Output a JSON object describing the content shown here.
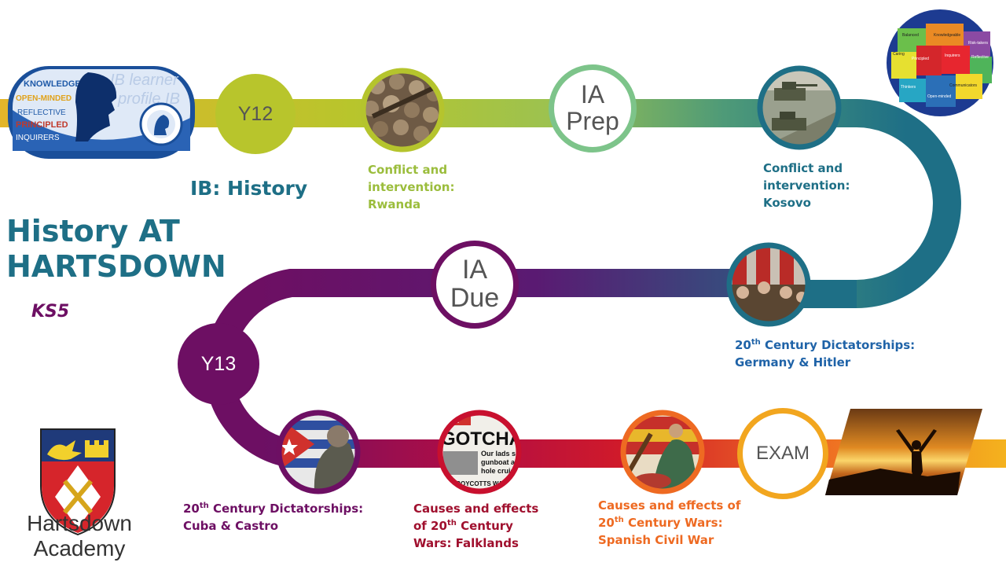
{
  "title": {
    "line1": "History AT",
    "line2": "HARTSDOWN"
  },
  "stage": "KS5",
  "subject": "IB: History",
  "milestones": {
    "y12": "Y12",
    "y13": "Y13",
    "ia_prep": {
      "line1": "IA",
      "line2": "Prep"
    },
    "ia_due": {
      "line1": "IA",
      "line2": "Due"
    },
    "exam": "EXAM"
  },
  "topics": {
    "rwanda": {
      "line1": "Conflict and",
      "line2": "intervention:",
      "line3": "Rwanda"
    },
    "kosovo": {
      "line1": "Conflict and",
      "line2": "intervention:",
      "line3": "Kosovo"
    },
    "germany": {
      "pre": "20",
      "sup": "th",
      "post": " Century Dictatorships:",
      "line2": "Germany & Hitler"
    },
    "cuba": {
      "pre": "20",
      "sup": "th",
      "post": " Century Dictatorships:",
      "line2": "Cuba & Castro"
    },
    "falklands": {
      "line1": "Causes and effects",
      "pre": "of 20",
      "sup": "th",
      "post": " Century",
      "line3": "Wars: Falklands"
    },
    "spain": {
      "line1": "Causes and effects of",
      "pre": "20",
      "sup": "th",
      "post": " Century Wars:",
      "line3": "Spanish Civil War"
    }
  },
  "images": {
    "newspaper_headline": "GOTCHA",
    "newspaper_masthead": "un",
    "newspaper_line1": "Our lads sink",
    "newspaper_line2": "gunboat and",
    "newspaper_line3": "hole cruiser",
    "newspaper_line4": "ON BOYCOTTS  WAR"
  },
  "learner_profile_puzzle": [
    "Knowledgeable",
    "Risk-takers",
    "Balanced",
    "Caring",
    "Principled",
    "Inquirers",
    "Reflective",
    "Thinkers",
    "Open-minded",
    "Communicators"
  ],
  "school": {
    "line1": "Hartsdown",
    "line2": "Academy"
  },
  "colors": {
    "green": "#b5c42d",
    "teal": "#1e6f86",
    "purple": "#6d0f63",
    "red": "#c8102e",
    "orange": "#f2a61f",
    "blue_text": "#1f63a8"
  }
}
